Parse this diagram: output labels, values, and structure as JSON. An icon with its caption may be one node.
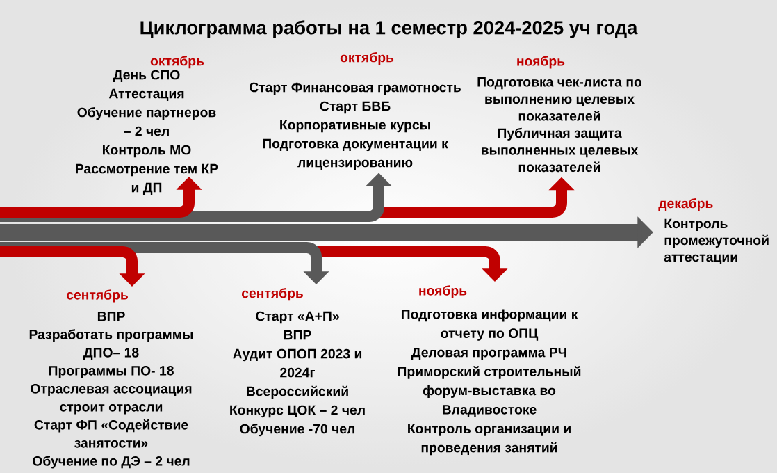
{
  "diagram": {
    "title": "Циклограмма работы на 1 семестр 2024-2025 уч года",
    "nodes": [
      {
        "text": [
          "октябрь",
          "День СПО",
          "Аттестация",
          "Обучение партнеров – 2 чел",
          "Контроль МО",
          "Рассмотрение тем КР и ДП"
        ]
      },
      {
        "text": [
          "октябрь",
          "Старт Финансовая грамотность",
          "Старт БВБ",
          "Корпоративные курсы",
          "Подготовка документации к лицензированию"
        ]
      },
      {
        "text": [
          "ноябрь",
          "Подготовка чек-листа по выполнению целевых показателей",
          "Публичная защита выполненных целевых показателей"
        ]
      },
      {
        "text": [
          "декабрь",
          "Контроль промежуточной аттестации"
        ]
      },
      {
        "text": [
          "сентябрь",
          "ВПР",
          "Разработать программы ДПО– 18",
          "Программы ПО- 18",
          "Отраслевая ассоциация строит отрасли",
          "Старт ФП «Содействие занятости»",
          "Обучение по ДЭ – 2 чел"
        ]
      },
      {
        "text": [
          "сентябрь",
          "Старт «А+П»",
          "ВПР",
          "Аудит ОПОП 2023 и 2024г",
          "Всероссийский Конкурс ЦОК – 2 чел",
          "Обучение -70 чел"
        ]
      },
      {
        "text": [
          "ноябрь",
          "Подготовка информации к отчету по ОПЦ",
          "Деловая программа РЧ",
          "Приморский строительный форум-выставка во Владивостоке",
          "Контроль организации и проведения занятий"
        ]
      }
    ],
    "edges": [
      {
        "from": null,
        "to": 0,
        "arrow": "to"
      },
      {
        "from": null,
        "to": 1,
        "arrow": "to",
        "color": "#595959"
      },
      {
        "from": null,
        "to": 2,
        "arrow": "to"
      },
      {
        "from": null,
        "to": 3,
        "arrow": "to",
        "color": "#595959"
      },
      {
        "from": null,
        "to": 4,
        "arrow": "to"
      },
      {
        "from": null,
        "to": 5,
        "arrow": "to",
        "color": "#595959"
      },
      {
        "from": null,
        "to": 6,
        "arrow": "to"
      }
    ]
  }
}
